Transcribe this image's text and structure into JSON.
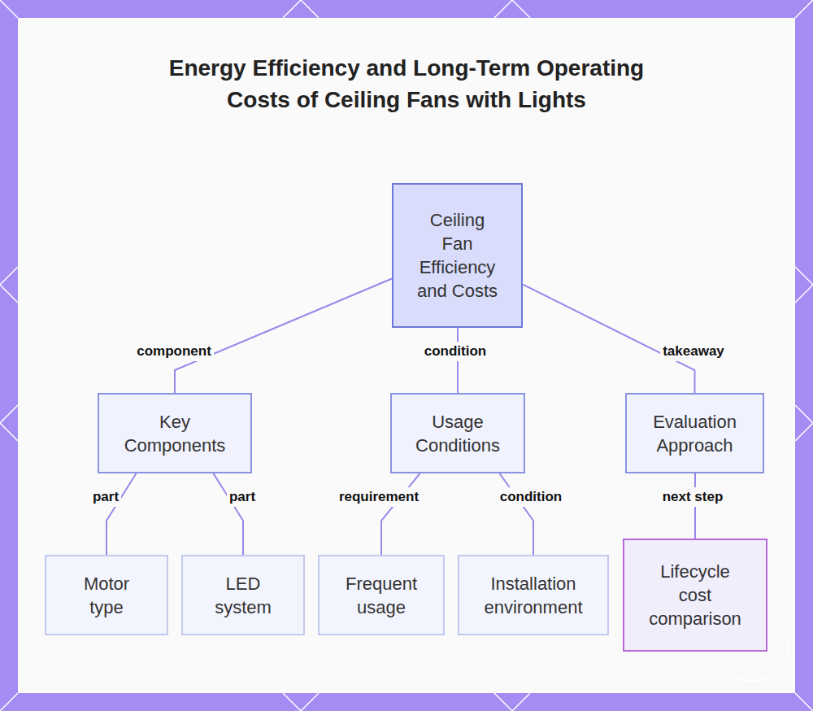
{
  "diagram": {
    "title": "Energy Efficiency and Long-Term Operating Costs of Ceiling Fans with Lights",
    "nodes": [
      {
        "text": [
          "Ceiling Fan Efficiency and Costs"
        ]
      },
      {
        "text": [
          "Key Components"
        ]
      },
      {
        "text": [
          "Usage Conditions"
        ]
      },
      {
        "text": [
          "Evaluation Approach"
        ]
      },
      {
        "text": [
          "Motor type"
        ]
      },
      {
        "text": [
          "LED system"
        ]
      },
      {
        "text": [
          "Frequent usage"
        ]
      },
      {
        "text": [
          "Installation environment"
        ]
      },
      {
        "text": [
          "Lifecycle cost comparison"
        ]
      }
    ],
    "edges": [
      {
        "from": 0,
        "to": 1,
        "label": "component",
        "arrow": "none"
      },
      {
        "from": 0,
        "to": 2,
        "label": "condition",
        "arrow": "none"
      },
      {
        "from": 0,
        "to": 3,
        "label": "takeaway",
        "arrow": "none"
      },
      {
        "from": 1,
        "to": 4,
        "label": "part",
        "arrow": "none"
      },
      {
        "from": 1,
        "to": 5,
        "label": "part",
        "arrow": "none"
      },
      {
        "from": 2,
        "to": 6,
        "label": "requirement",
        "arrow": "none"
      },
      {
        "from": 2,
        "to": 7,
        "label": "condition",
        "arrow": "none"
      },
      {
        "from": 3,
        "to": 8,
        "label": "next step",
        "arrow": "none"
      }
    ]
  }
}
